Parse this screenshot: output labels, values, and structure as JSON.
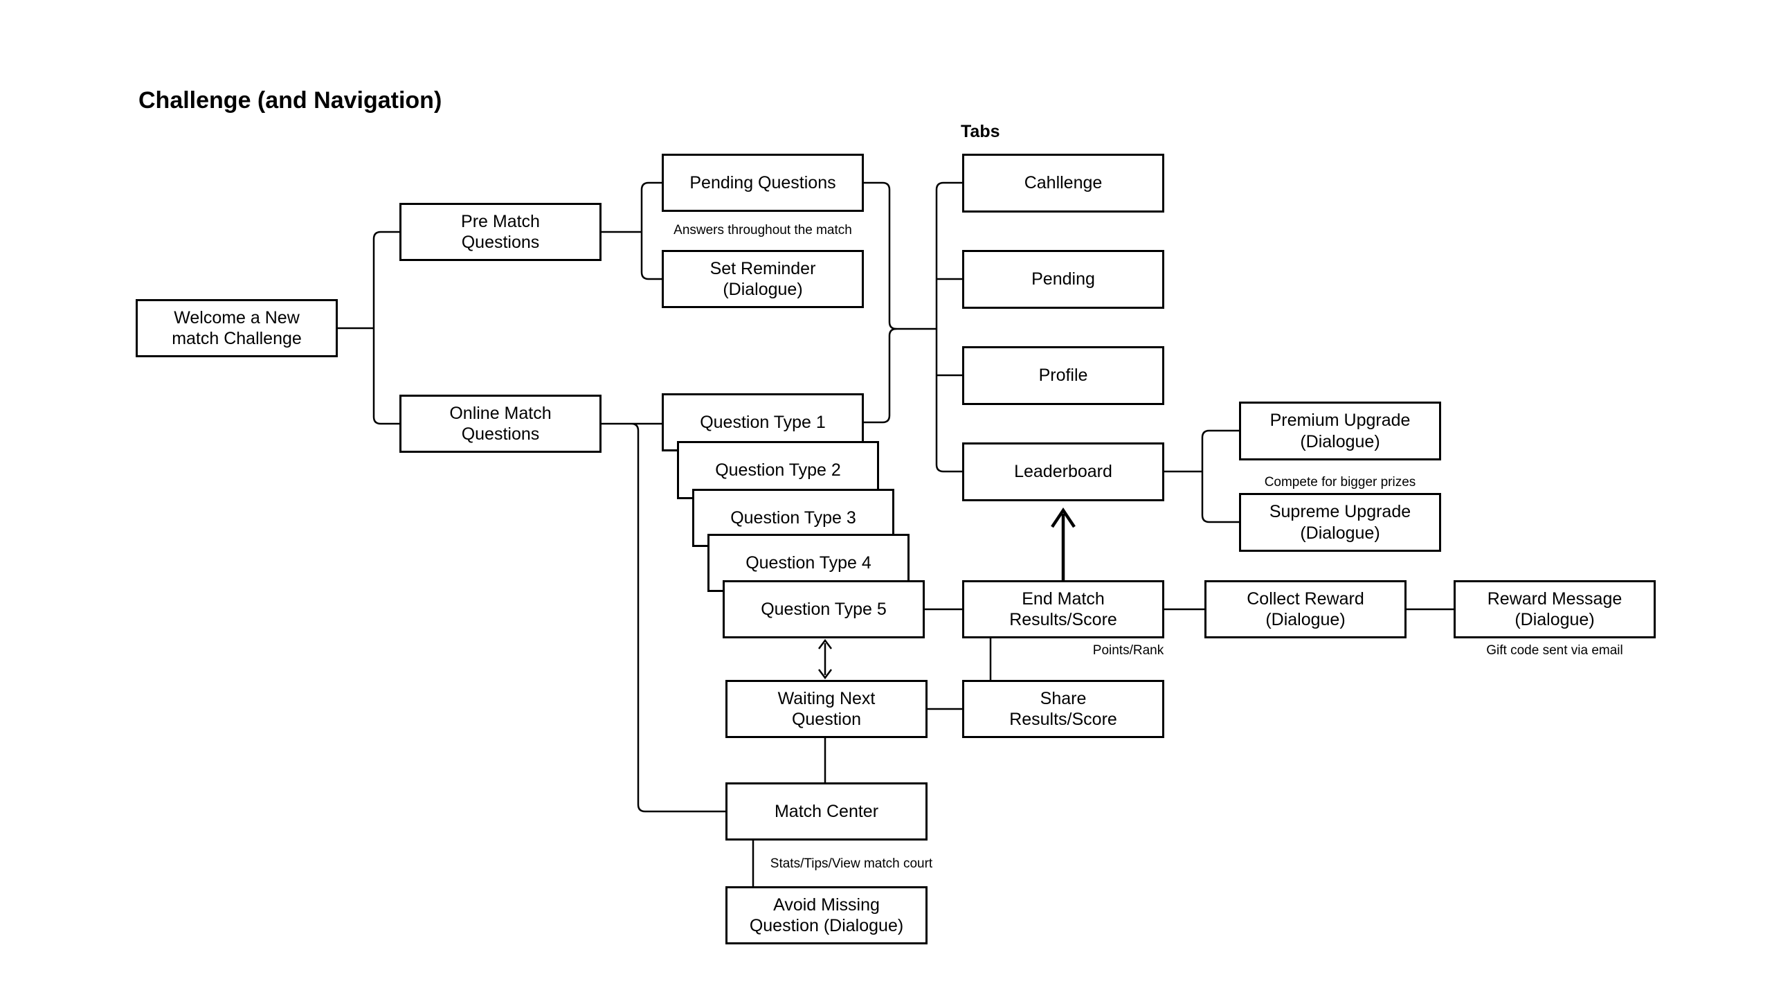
{
  "title": "Challenge (and Navigation)",
  "tabs_label": "Tabs",
  "nodes": {
    "welcome": {
      "label": "Welcome a New\nmatch Challenge"
    },
    "pre_match": {
      "label": "Pre Match\nQuestions"
    },
    "pending_questions": {
      "label": "Pending Questions"
    },
    "set_reminder": {
      "label": "Set Reminder\n(Dialogue)"
    },
    "online_match": {
      "label": "Online Match\nQuestions"
    },
    "qt1": {
      "label": "Question Type 1"
    },
    "qt2": {
      "label": "Question Type 2"
    },
    "qt3": {
      "label": "Question Type 3"
    },
    "qt4": {
      "label": "Question Type 4"
    },
    "qt5": {
      "label": "Question Type 5"
    },
    "tab_challenge": {
      "label": "Cahllenge"
    },
    "tab_pending": {
      "label": "Pending"
    },
    "tab_profile": {
      "label": "Profile"
    },
    "tab_leaderboard": {
      "label": "Leaderboard"
    },
    "premium": {
      "label": "Premium Upgrade\n(Dialogue)"
    },
    "supreme": {
      "label": "Supreme Upgrade\n(Dialogue)"
    },
    "end_match": {
      "label": "End Match\nResults/Score"
    },
    "collect_reward": {
      "label": "Collect Reward\n(Dialogue)"
    },
    "reward_message": {
      "label": "Reward Message\n(Dialogue)"
    },
    "share": {
      "label": "Share\nResults/Score"
    },
    "waiting": {
      "label": "Waiting Next\nQuestion"
    },
    "match_center": {
      "label": "Match Center"
    },
    "avoid_missing": {
      "label": "Avoid Missing\nQuestion (Dialogue)"
    }
  },
  "notes": {
    "answers": "Answers throughout the match",
    "compete": "Compete for bigger prizes",
    "points_rank": "Points/Rank",
    "gift_code": "Gift code sent via email",
    "stats_tips": "Stats/Tips/View match court"
  },
  "colors": {
    "background": "#ffffff",
    "stroke": "#000000",
    "text": "#000000"
  }
}
